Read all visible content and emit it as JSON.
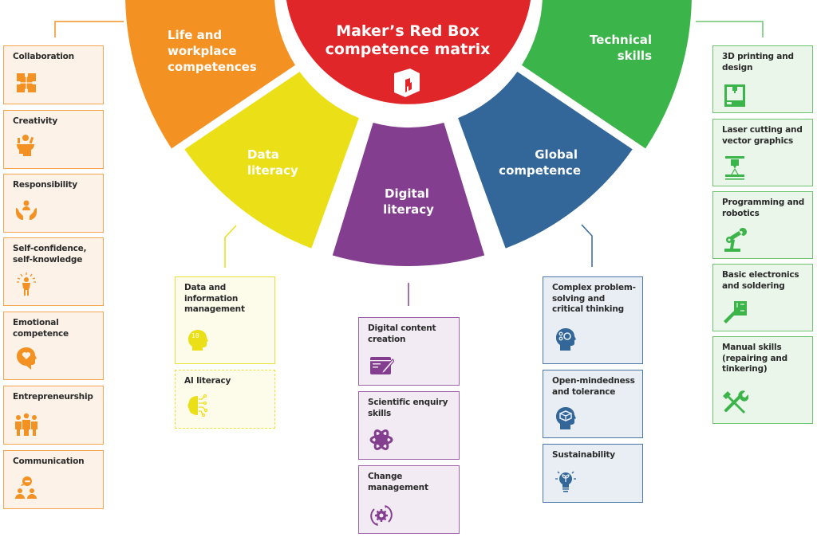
{
  "title": {
    "line1": "Maker’s Red Box",
    "line2": "competence matrix",
    "logo_icon": "red-box-cube-icon"
  },
  "colors": {
    "red": "#e12629",
    "orange": "#f39223",
    "yellow": "#ebdf17",
    "purple": "#843e8f",
    "blue": "#336699",
    "green": "#3bb44a"
  },
  "segments": [
    {
      "id": "life",
      "lines": [
        "Life and",
        "workplace",
        "competences"
      ],
      "color": "#f39223"
    },
    {
      "id": "data",
      "lines": [
        "Data",
        "literacy"
      ],
      "color": "#ebdf17"
    },
    {
      "id": "digital",
      "lines": [
        "Digital",
        "literacy"
      ],
      "color": "#843e8f"
    },
    {
      "id": "global",
      "lines": [
        "Global",
        "competence"
      ],
      "color": "#336699"
    },
    {
      "id": "technical",
      "lines": [
        "Technical",
        "skills"
      ],
      "color": "#3bb44a"
    }
  ],
  "groups": {
    "life": [
      {
        "label": "Collaboration",
        "icon": "puzzle-icon"
      },
      {
        "label": "Creativity",
        "icon": "head-lightbulb-icon"
      },
      {
        "label": "Responsibility",
        "icon": "hands-person-icon"
      },
      {
        "label": "Self-confidence, self-knowledge",
        "icon": "radiant-person-icon"
      },
      {
        "label": "Emotional competence",
        "icon": "head-heart-icon"
      },
      {
        "label": "Entrepreneurship",
        "icon": "team-icon"
      },
      {
        "label": "Communication",
        "icon": "people-speech-icon"
      }
    ],
    "data": [
      {
        "label": "Data and information management",
        "icon": "head-binary-icon"
      },
      {
        "label": "AI literacy",
        "icon": "brain-circuit-icon"
      }
    ],
    "digital": [
      {
        "label": "Digital content creation",
        "icon": "window-pen-icon"
      },
      {
        "label": "Scientific enquiry skills",
        "icon": "atom-icon"
      },
      {
        "label": "Change management",
        "icon": "gear-cycle-icon"
      }
    ],
    "global": [
      {
        "label": "Complex problem-solving and critical thinking",
        "icon": "head-gears-icon"
      },
      {
        "label": "Open-mindedness and tolerance",
        "icon": "head-box-icon"
      },
      {
        "label": "Sustainability",
        "icon": "lightbulb-leaf-icon"
      }
    ],
    "technical": [
      {
        "label": "3D printing and design",
        "icon": "3d-printer-icon"
      },
      {
        "label": "Laser cutting and vector graphics",
        "icon": "laser-cutter-icon"
      },
      {
        "label": "Programming and robotics",
        "icon": "robot-arm-icon"
      },
      {
        "label": "Basic electronics and soldering",
        "icon": "soldering-iron-icon"
      },
      {
        "label": "Manual skills (repairing and tinkering)",
        "icon": "wrench-screwdriver-icon"
      }
    ]
  }
}
